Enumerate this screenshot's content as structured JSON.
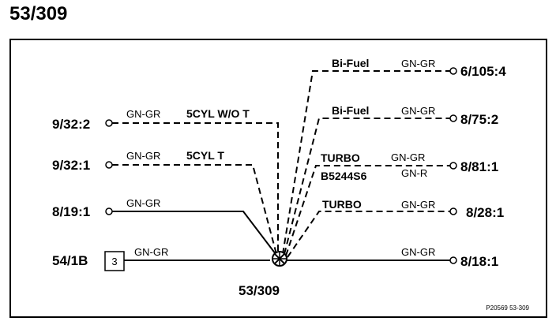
{
  "title": "53/309",
  "splice_label": "53/309",
  "figure_ref": "P20569 53-309",
  "left_connections": [
    {
      "terminal": "9/32:2",
      "wire_color": "GN-GR",
      "label": "5CYL W/O T"
    },
    {
      "terminal": "9/32:1",
      "wire_color": "GN-GR",
      "label": "5CYL T"
    },
    {
      "terminal": "8/19:1",
      "wire_color": "GN-GR",
      "label": ""
    },
    {
      "terminal": "54/1B",
      "box_number": "3",
      "wire_color": "GN-GR",
      "label": ""
    }
  ],
  "right_connections": [
    {
      "terminal": "6/105:4",
      "wire_color": "GN-GR",
      "label": "Bi-Fuel"
    },
    {
      "terminal": "8/75:2",
      "wire_color": "GN-GR",
      "label": "Bi-Fuel"
    },
    {
      "terminal": "8/81:1",
      "wire_color": "GN-GR",
      "wire_color_2": "GN-R",
      "label": "TURBO",
      "sublabel": "B5244S6"
    },
    {
      "terminal": "8/28:1",
      "wire_color": "GN-GR",
      "label": "TURBO"
    },
    {
      "terminal": "8/18:1",
      "wire_color": "GN-GR",
      "label": ""
    }
  ]
}
